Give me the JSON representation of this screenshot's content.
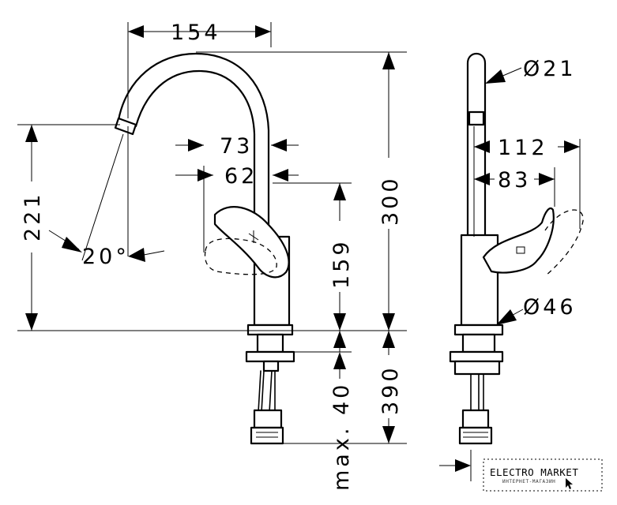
{
  "dimensions": {
    "width_154": "154",
    "reach_73": "73",
    "reach_62": "62",
    "height_221": "221",
    "height_300": "300",
    "lever_159": "159",
    "angle_20": "20°",
    "max_40": "max. 40",
    "below_390": "390",
    "spout_dia": "Ø21",
    "side_112": "112",
    "side_83": "83",
    "base_dia": "Ø46"
  },
  "logo": {
    "name": "ELECTRO MARKET",
    "tagline": "ИНТЕРНЕТ-МАГАЗИН"
  }
}
